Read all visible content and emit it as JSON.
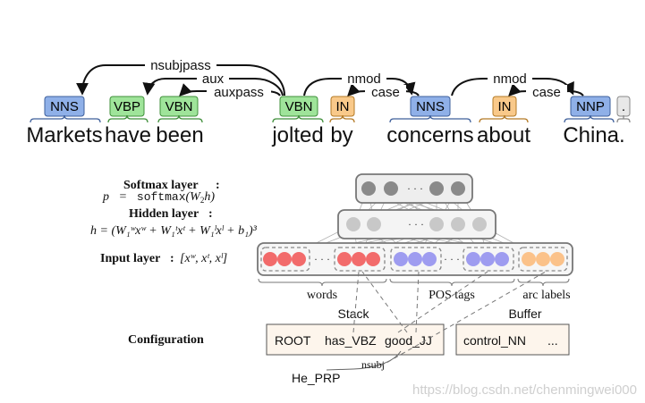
{
  "sentence": {
    "tokens": [
      {
        "word": "Markets",
        "tag": "NNS",
        "tag_color": "#7fa7e0"
      },
      {
        "word": "have",
        "tag": "VBP",
        "tag_color": "#8fdc8a"
      },
      {
        "word": "been",
        "tag": "VBN",
        "tag_color": "#8fdc8a"
      },
      {
        "word": "jolted",
        "tag": "VBN",
        "tag_color": "#8fdc8a"
      },
      {
        "word": "by",
        "tag": "IN",
        "tag_color": "#f7c27a"
      },
      {
        "word": "concerns",
        "tag": "NNS",
        "tag_color": "#7fa7e0"
      },
      {
        "word": "about",
        "tag": "IN",
        "tag_color": "#f7c27a"
      },
      {
        "word": "China.",
        "tag": "NNP",
        "tag_color": "#7fa7e0"
      },
      {
        "word": "",
        "tag": ".",
        "tag_color": "#e6e6e6"
      }
    ],
    "arcs": [
      {
        "label": "nsubjpass"
      },
      {
        "label": "aux"
      },
      {
        "label": "auxpass"
      },
      {
        "label": "nmod"
      },
      {
        "label": "case"
      },
      {
        "label": "nmod"
      },
      {
        "label": "case"
      }
    ]
  },
  "network": {
    "softmax_title": "Softmax layer",
    "softmax_eq_lhs": "p",
    "softmax_eq_eq": "=",
    "softmax_eq_fn": "softmax",
    "softmax_eq_arg": "(W",
    "softmax_eq_sub": "2",
    "softmax_eq_end": "h)",
    "hidden_title": "Hidden layer",
    "hidden_eq": "h = (W₁ʷxʷ + W₁ᵗxᵗ + W₁ˡxˡ + b₁)³",
    "input_title": "Input layer",
    "input_eq": "[xʷ, xᵗ, xˡ]",
    "group_labels": [
      "words",
      "POS tags",
      "arc labels"
    ],
    "ellipsis": "· · ·",
    "colors": {
      "words": "#f26b6b",
      "pos": "#9e9cf0",
      "arc": "#fbc28a",
      "hidden": "#c8c8c8",
      "softmax": "#8a8a8a"
    }
  },
  "configuration": {
    "title": "Configuration",
    "stack_label": "Stack",
    "buffer_label": "Buffer",
    "stack_items": [
      "ROOT",
      "has_VBZ",
      "good_JJ"
    ],
    "buffer_items": [
      "control_NN",
      "..."
    ],
    "child_word": "He_PRP",
    "child_arc": "nsubj",
    "box_color": "#fdf5ec"
  },
  "watermark": "https://blog.csdn.net/chenmingwei000"
}
